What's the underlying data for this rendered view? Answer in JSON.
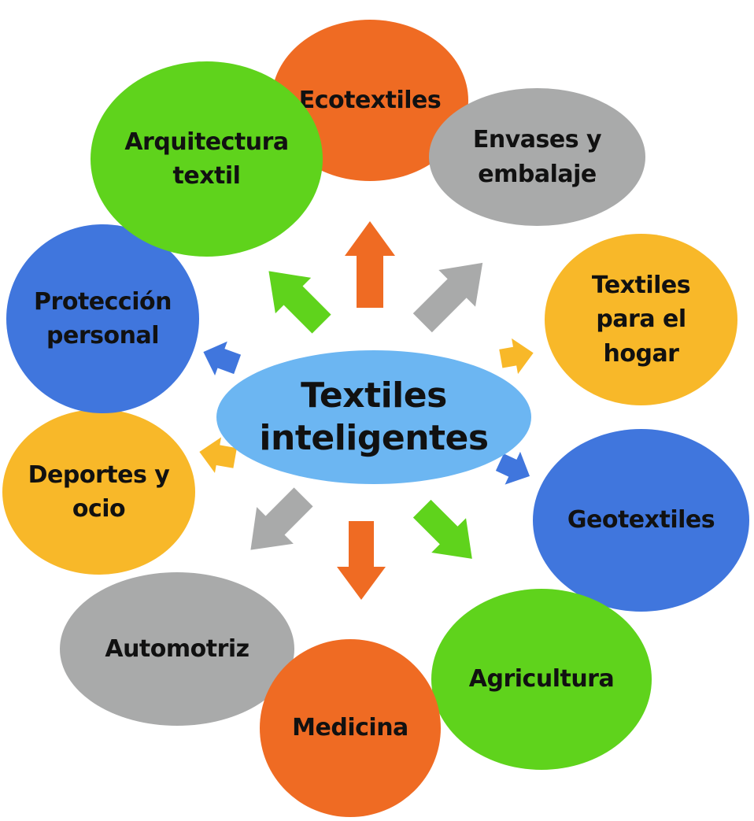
{
  "center": {
    "label": "Textiles\ninteligentes"
  },
  "colors": {
    "orange": "#ef6b23",
    "gray": "#a9aaaa",
    "yellow": "#f8b829",
    "blue": "#4076dd",
    "green": "#5fd31c",
    "center": "#6cb6f2"
  },
  "nodes": [
    {
      "id": "ecotextiles",
      "label": "Ecotextiles",
      "color": "orange"
    },
    {
      "id": "envases",
      "label": "Envases y\nembalaje",
      "color": "gray"
    },
    {
      "id": "hogar",
      "label": "Textiles\npara el\nhogar",
      "color": "yellow"
    },
    {
      "id": "geotextiles",
      "label": "Geotextiles",
      "color": "blue"
    },
    {
      "id": "agricultura",
      "label": "Agricultura",
      "color": "green"
    },
    {
      "id": "medicina",
      "label": "Medicina",
      "color": "orange"
    },
    {
      "id": "automotriz",
      "label": "Automotriz",
      "color": "gray"
    },
    {
      "id": "deportes",
      "label": "Deportes y\nocio",
      "color": "yellow"
    },
    {
      "id": "proteccion",
      "label": "Protección\npersonal",
      "color": "blue"
    },
    {
      "id": "arquitectura",
      "label": "Arquitectura\ntextil",
      "color": "green"
    }
  ],
  "arrows": [
    {
      "id": "arrow-up",
      "color": "orange"
    },
    {
      "id": "arrow-up-right",
      "color": "gray"
    },
    {
      "id": "arrow-right-upper",
      "color": "yellow"
    },
    {
      "id": "arrow-right-lower",
      "color": "blue"
    },
    {
      "id": "arrow-down-right",
      "color": "green"
    },
    {
      "id": "arrow-down",
      "color": "orange"
    },
    {
      "id": "arrow-down-left",
      "color": "gray"
    },
    {
      "id": "arrow-left-lower",
      "color": "yellow"
    },
    {
      "id": "arrow-left-upper",
      "color": "blue"
    },
    {
      "id": "arrow-up-left",
      "color": "green"
    }
  ]
}
